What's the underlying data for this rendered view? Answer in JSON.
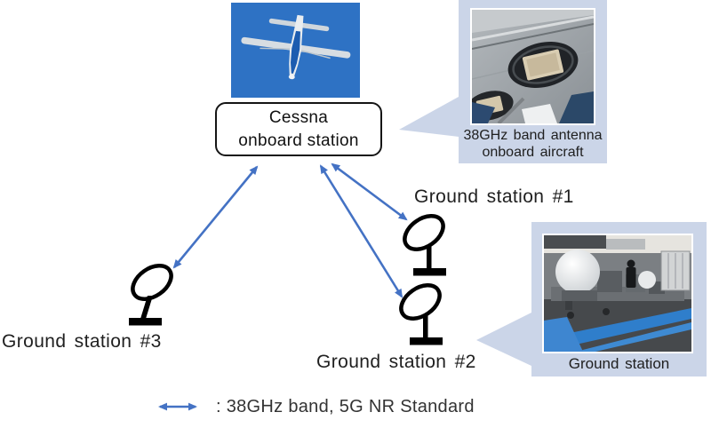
{
  "cessna": {
    "box_line1": "Cessna",
    "box_line2": "onboard station"
  },
  "stations": {
    "gs1": "Ground station #1",
    "gs2": "Ground station #2",
    "gs3": "Ground station #3"
  },
  "antenna_panel": {
    "caption_line1": "38GHz band antenna",
    "caption_line2": "onboard aircraft"
  },
  "ground_panel": {
    "caption": "Ground station"
  },
  "legend": {
    "label": ": 38GHz band, 5G NR Standard"
  },
  "icons": {
    "ground_station": "satellite-dish-icon",
    "link": "double-headed-arrow-icon"
  },
  "images": {
    "aircraft": "cessna-aircraft-photo",
    "antenna": "38ghz-antenna-photo",
    "ground_station": "ground-station-photo"
  },
  "colors": {
    "arrow_blue": "#4472C4",
    "panel_blue": "#CBD5E8",
    "sky_blue": "#2E72C4"
  }
}
